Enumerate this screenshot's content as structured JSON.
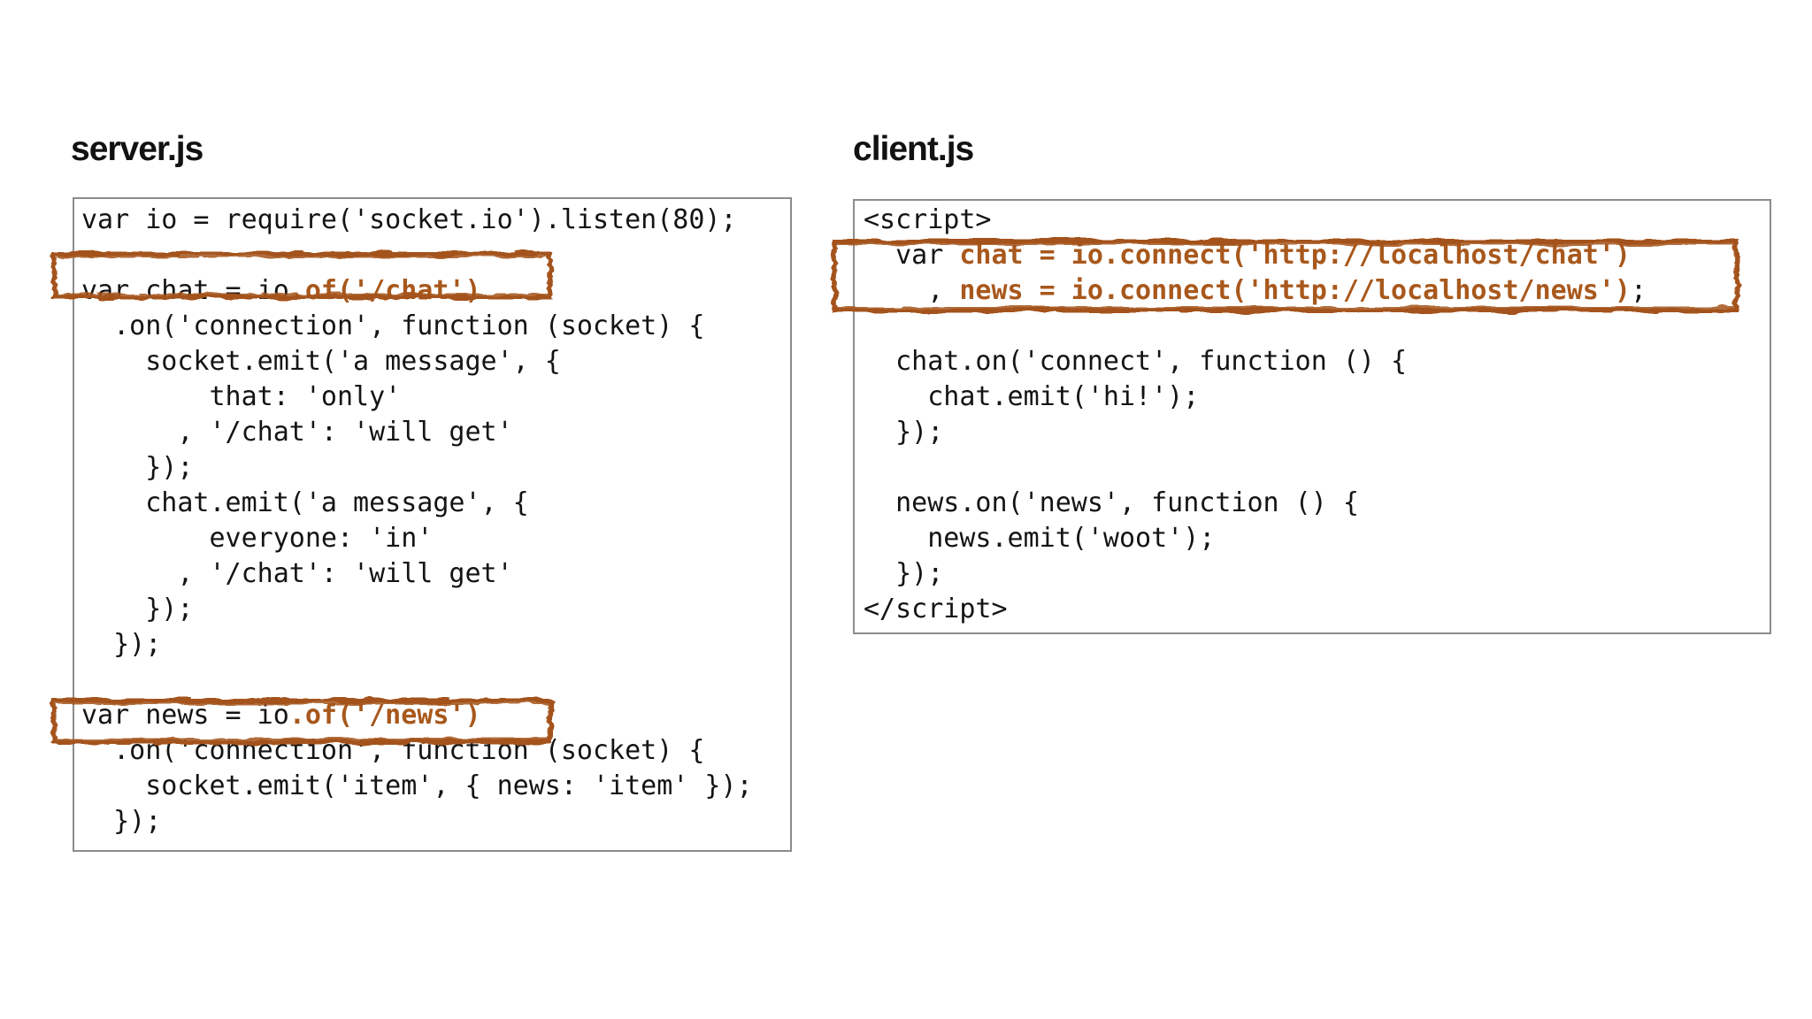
{
  "slide": {
    "background": "#ffffff",
    "accent_color": "#a8581c",
    "highlight_color": "#a4531b",
    "panels": [
      {
        "id": "server",
        "title": "server.js",
        "lines": [
          [
            {
              "text": "var io = require('socket.io').listen(80);",
              "accent": false
            }
          ],
          [],
          [
            {
              "text": "var chat = io",
              "accent": false
            },
            {
              "text": ".of('/chat')",
              "accent": true
            }
          ],
          [
            {
              "text": "  .on('connection', function (socket) {",
              "accent": false
            }
          ],
          [
            {
              "text": "    socket.emit('a message', {",
              "accent": false
            }
          ],
          [
            {
              "text": "        that: 'only'",
              "accent": false
            }
          ],
          [
            {
              "text": "      , '/chat': 'will get'",
              "accent": false
            }
          ],
          [
            {
              "text": "    });",
              "accent": false
            }
          ],
          [
            {
              "text": "    chat.emit('a message', {",
              "accent": false
            }
          ],
          [
            {
              "text": "        everyone: 'in'",
              "accent": false
            }
          ],
          [
            {
              "text": "      , '/chat': 'will get'",
              "accent": false
            }
          ],
          [
            {
              "text": "    });",
              "accent": false
            }
          ],
          [
            {
              "text": "  });",
              "accent": false
            }
          ],
          [],
          [
            {
              "text": "var news = io",
              "accent": false
            },
            {
              "text": ".of('/news')",
              "accent": true
            }
          ],
          [
            {
              "text": "  .on('connection', function (socket) {",
              "accent": false
            }
          ],
          [
            {
              "text": "    socket.emit('item', { news: 'item' });",
              "accent": false
            }
          ],
          [
            {
              "text": "  });",
              "accent": false
            }
          ]
        ]
      },
      {
        "id": "client",
        "title": "client.js",
        "lines": [
          [
            {
              "text": "<script>",
              "accent": false
            }
          ],
          [
            {
              "text": "  var ",
              "accent": false
            },
            {
              "text": "chat = io.connect('http://localhost/chat')",
              "accent": true
            }
          ],
          [
            {
              "text": "    , ",
              "accent": false
            },
            {
              "text": "news = io.connect('http://localhost/news')",
              "accent": true
            },
            {
              "text": ";",
              "accent": false
            }
          ],
          [],
          [
            {
              "text": "  chat.on('connect', function () {",
              "accent": false
            }
          ],
          [
            {
              "text": "    chat.emit('hi!');",
              "accent": false
            }
          ],
          [
            {
              "text": "  });",
              "accent": false
            }
          ],
          [],
          [
            {
              "text": "  news.on('news', function () {",
              "accent": false
            }
          ],
          [
            {
              "text": "    news.emit('woot');",
              "accent": false
            }
          ],
          [
            {
              "text": "  });",
              "accent": false
            }
          ],
          [
            {
              "text": "</script>",
              "accent": false
            }
          ]
        ]
      }
    ],
    "annotations": [
      {
        "id": "server-chat-namespace-highlight",
        "highlights": "var chat = io.of('/chat')"
      },
      {
        "id": "server-news-namespace-highlight",
        "highlights": "var news = io.of('/news')"
      },
      {
        "id": "client-connect-highlight",
        "highlights": "chat = io.connect('http://localhost/chat') , news = io.connect('http://localhost/news')"
      }
    ]
  }
}
